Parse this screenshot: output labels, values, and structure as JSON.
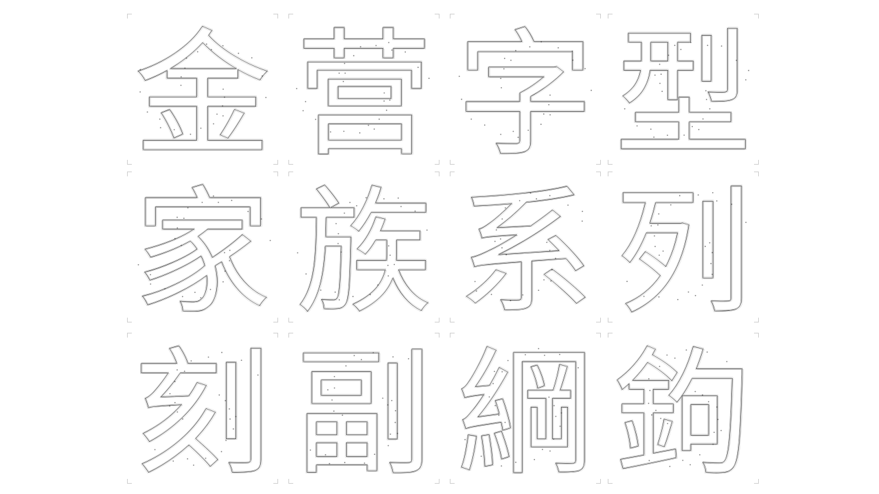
{
  "glyphs": [
    {
      "char": "金"
    },
    {
      "char": "营"
    },
    {
      "char": "字"
    },
    {
      "char": "型"
    },
    {
      "char": "家"
    },
    {
      "char": "族"
    },
    {
      "char": "系"
    },
    {
      "char": "列"
    },
    {
      "char": "刻"
    },
    {
      "char": "副"
    },
    {
      "char": "綱"
    },
    {
      "char": "鉤"
    }
  ],
  "colors": {
    "background": "#ffffff",
    "outline": "#2a2a2a",
    "guide": "#9a9a9a",
    "node": "#111111",
    "crop_mark": "#cfcfcf"
  }
}
